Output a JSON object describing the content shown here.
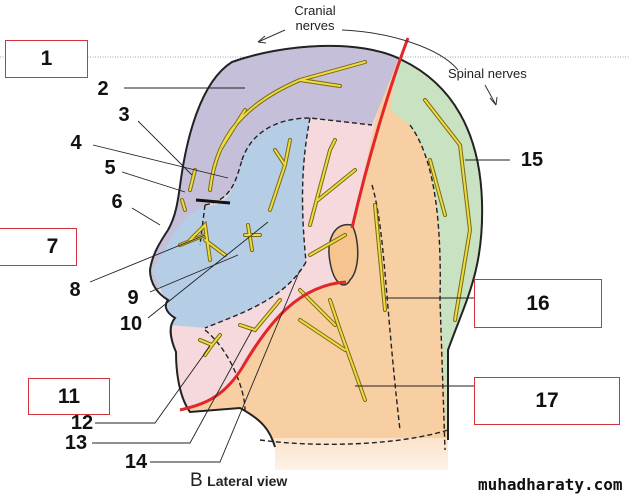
{
  "title_caption": {
    "letter": "B",
    "text": "Lateral view"
  },
  "watermark": "muhadharaty.com",
  "annotations": {
    "cranial_1": "Cranial",
    "cranial_2": "nerves",
    "spinal": "Spinal nerves"
  },
  "boxed_labels": [
    "1",
    "7",
    "11",
    "16",
    "17"
  ],
  "labels": {
    "l2": "2",
    "l3": "3",
    "l4": "4",
    "l5": "5",
    "l6": "6",
    "l8": "8",
    "l9": "9",
    "l10": "10",
    "l12": "12",
    "l13": "13",
    "l14": "14",
    "l15": "15"
  },
  "colors": {
    "purple": "#c6bfd9",
    "blue": "#b6cde6",
    "pink": "#f5d9dc",
    "orange": "#f8cfa3",
    "green": "#c8e2c2",
    "nerve": "#eedc45",
    "boundary": "#e2262b",
    "box_border": "#d0353f"
  }
}
